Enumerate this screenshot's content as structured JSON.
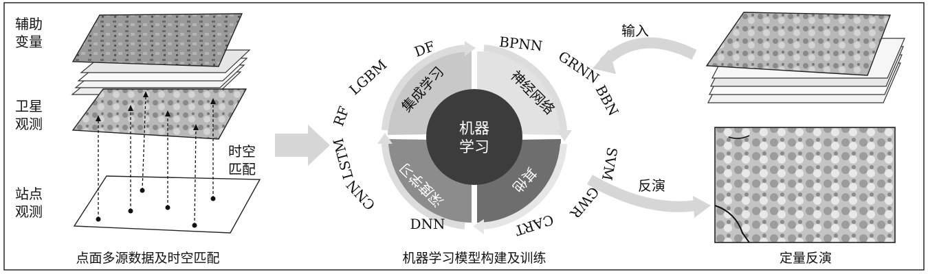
{
  "left_panel": {
    "aux_line1": "辅助",
    "aux_line2": "变量",
    "sat_line1": "卫星",
    "sat_line2": "观测",
    "st_line1": "站点",
    "st_line2": "观测",
    "match_line1": "时空",
    "match_line2": "匹配",
    "caption": "点面多源数据及时空匹配"
  },
  "middle_panel": {
    "center_line1": "机器",
    "center_line2": "学习",
    "quad_ensemble": "集成学习",
    "quad_neural": "神经网络",
    "quad_deep": "深度学习",
    "quad_other": "其他",
    "models": {
      "df": "DF",
      "lgbm": "LGBM",
      "rf": "RF",
      "bpnn": "BPNN",
      "grnn": "GRNN",
      "bbn": "BBN",
      "svm": "SVM",
      "gwr": "GWR",
      "cart": "CART",
      "dnn": "DNN",
      "cnn": "CNN",
      "lstm": "LSTM"
    },
    "caption": "机器学习模型构建及训练"
  },
  "right_panel": {
    "input_label": "输入",
    "inversion_label": "反演",
    "caption": "定量反演"
  },
  "colors": {
    "ensemble": "#c8c8c8",
    "neural": "#e2e2e2",
    "deep": "#8c8c8c",
    "other": "#6e6e6e",
    "center": "#3c3c3c",
    "arrow": "#d6d6d6"
  }
}
